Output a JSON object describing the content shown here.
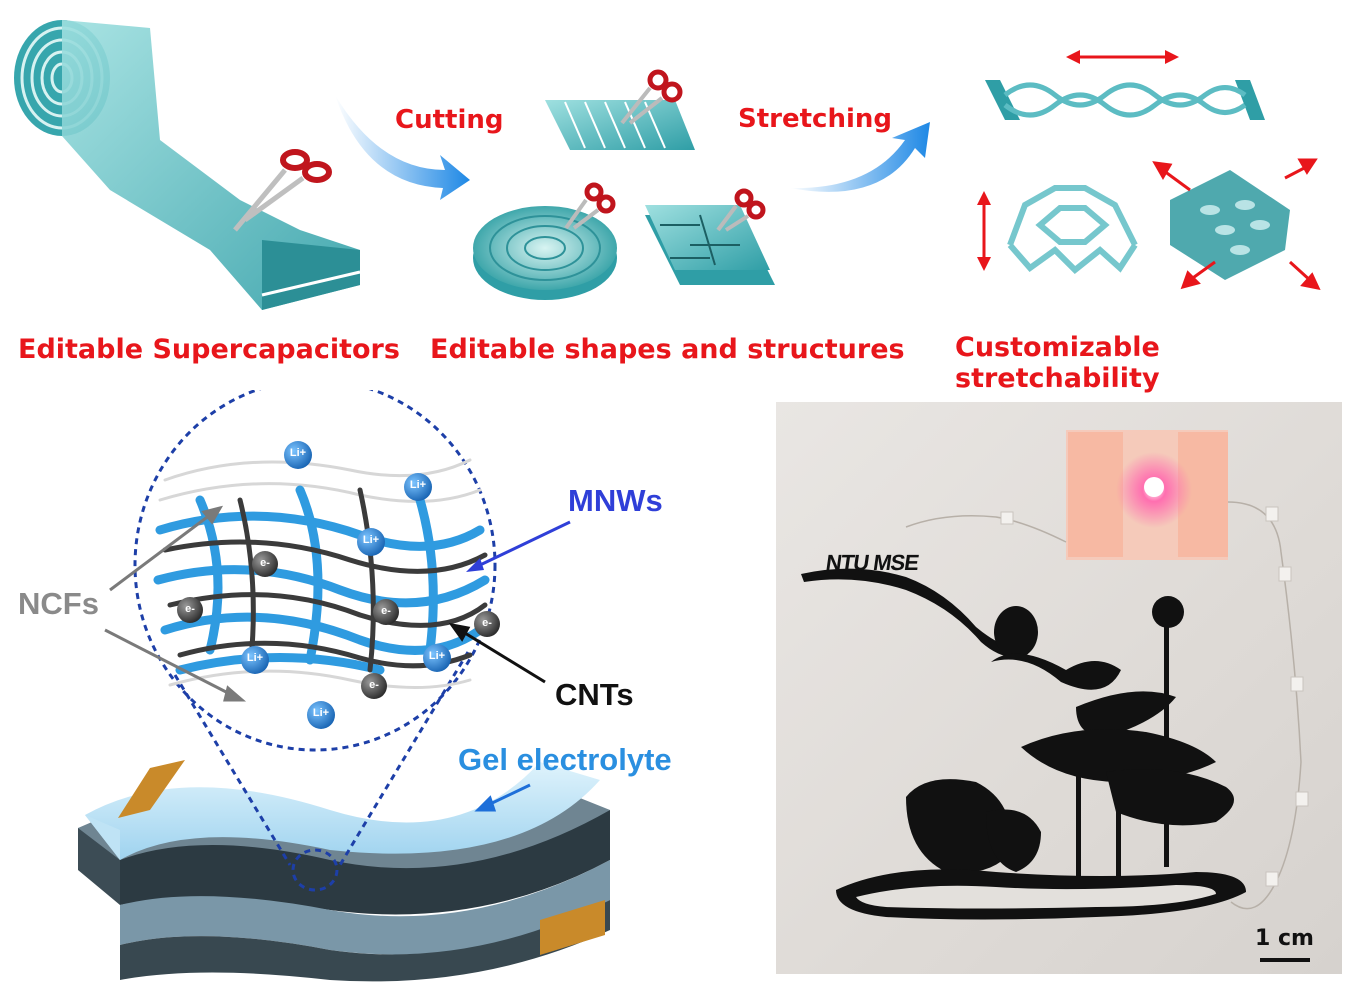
{
  "top_row": {
    "steps": {
      "cutting": "Cutting",
      "stretching": "Stretching"
    },
    "captions": {
      "left": "Editable Supercapacitors",
      "middle": "Editable shapes and structures",
      "right": "Customizable stretchability"
    }
  },
  "schematic": {
    "labels": {
      "mnws": "MNWs",
      "ncfs": "NCFs",
      "cnts": "CNTs",
      "gel": "Gel electrolyte"
    },
    "ions": {
      "li": "Li+",
      "e": "e-"
    }
  },
  "photo": {
    "engraving": "NTU MSE",
    "scale_bar": "1 cm"
  },
  "colors": {
    "caption_red": "#e8161b",
    "mnw_blue": "#2f3fd8",
    "gel_blue": "#2a8fe0",
    "teal": "#4fb8c0"
  }
}
